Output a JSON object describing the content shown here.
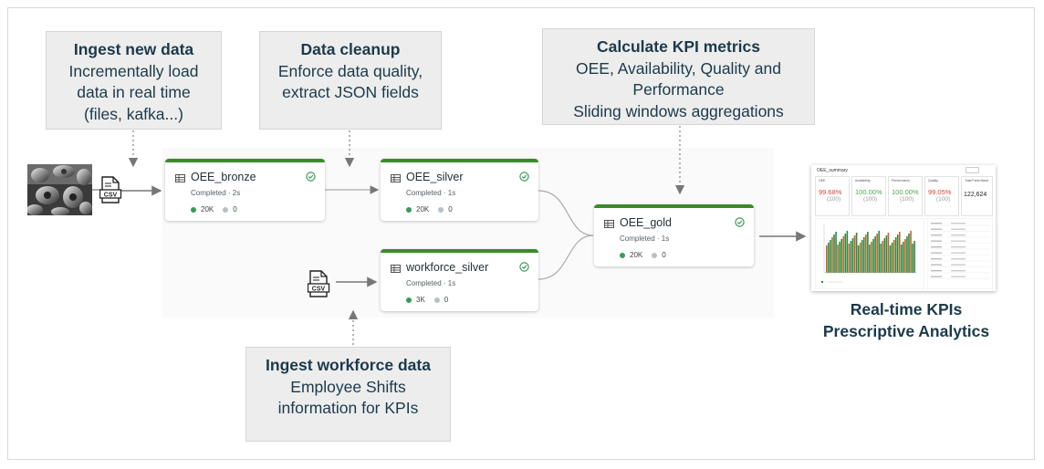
{
  "callouts": {
    "ingest": {
      "title": "Ingest new data",
      "lines": [
        "Incrementally load",
        "data in real time",
        "(files, kafka...)"
      ]
    },
    "cleanup": {
      "title": "Data cleanup",
      "lines": [
        "Enforce data quality,",
        "extract JSON fields"
      ]
    },
    "kpi": {
      "title": "Calculate KPI metrics",
      "lines": [
        "OEE, Availability, Quality and",
        "Performance",
        "Sliding windows aggregations"
      ]
    },
    "workforce": {
      "title": "Ingest workforce data",
      "lines": [
        "Employee Shifts",
        "information for KPIs"
      ]
    }
  },
  "nodes": {
    "bronze": {
      "name": "OEE_bronze",
      "status": "Completed · 2s",
      "rows": "20K",
      "dropped": "0"
    },
    "silver": {
      "name": "OEE_silver",
      "status": "Completed · 1s",
      "rows": "20K",
      "dropped": "0"
    },
    "gold": {
      "name": "OEE_gold",
      "status": "Completed · 1s",
      "rows": "20K",
      "dropped": "0"
    },
    "workforce": {
      "name": "workforce_silver",
      "status": "Completed · 1s",
      "rows": "3K",
      "dropped": "0"
    }
  },
  "csv_label": "CSV",
  "result": {
    "line1": "Real-time KPIs",
    "line2": "Prescriptive Analytics"
  },
  "dashboard": {
    "title": "OEE_summary",
    "kpis": [
      {
        "label": "OEE",
        "value": "99.68%",
        "target": "(100)",
        "color": "#d9433a"
      },
      {
        "label": "Availability",
        "value": "100.00%",
        "target": "(100)",
        "color": "#49a84a"
      },
      {
        "label": "Performance",
        "value": "100.00%",
        "target": "(100)",
        "color": "#49a84a"
      },
      {
        "label": "Quality",
        "value": "99.05%",
        "target": "(100)",
        "color": "#d9433a"
      },
      {
        "label": "Total Parts Made",
        "value": "122,624",
        "target": "",
        "color": "#222222"
      }
    ]
  },
  "colors": {
    "accent_green": "#3a8a2a",
    "text_dark": "#1b3a4b",
    "callout_bg": "#ededed"
  }
}
